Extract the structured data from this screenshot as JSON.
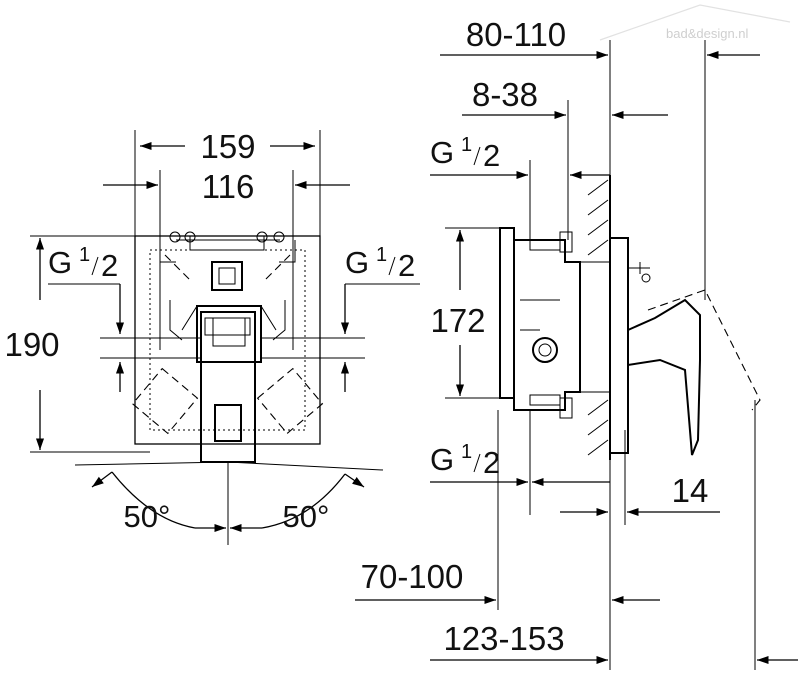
{
  "watermark": "bad&design.nl",
  "front_view": {
    "dim_width_outer": "159",
    "dim_width_inner": "116",
    "dim_height": "190",
    "thread_left": {
      "base": "G",
      "sup": "1",
      "sub": "2"
    },
    "thread_right": {
      "base": "G",
      "sup": "1",
      "sub": "2"
    },
    "angle_left": "50°",
    "angle_right": "50°"
  },
  "side_view": {
    "dim_top_range": "80-110",
    "dim_second_range": "8-38",
    "dim_body_height": "172",
    "thread_top": {
      "base": "G",
      "sup": "1",
      "sub": "2"
    },
    "thread_bottom": {
      "base": "G",
      "sup": "1",
      "sub": "2"
    },
    "dim_cover_depth": "14",
    "dim_bottom_range_1": "70-100",
    "dim_bottom_range_2": "123-153"
  }
}
